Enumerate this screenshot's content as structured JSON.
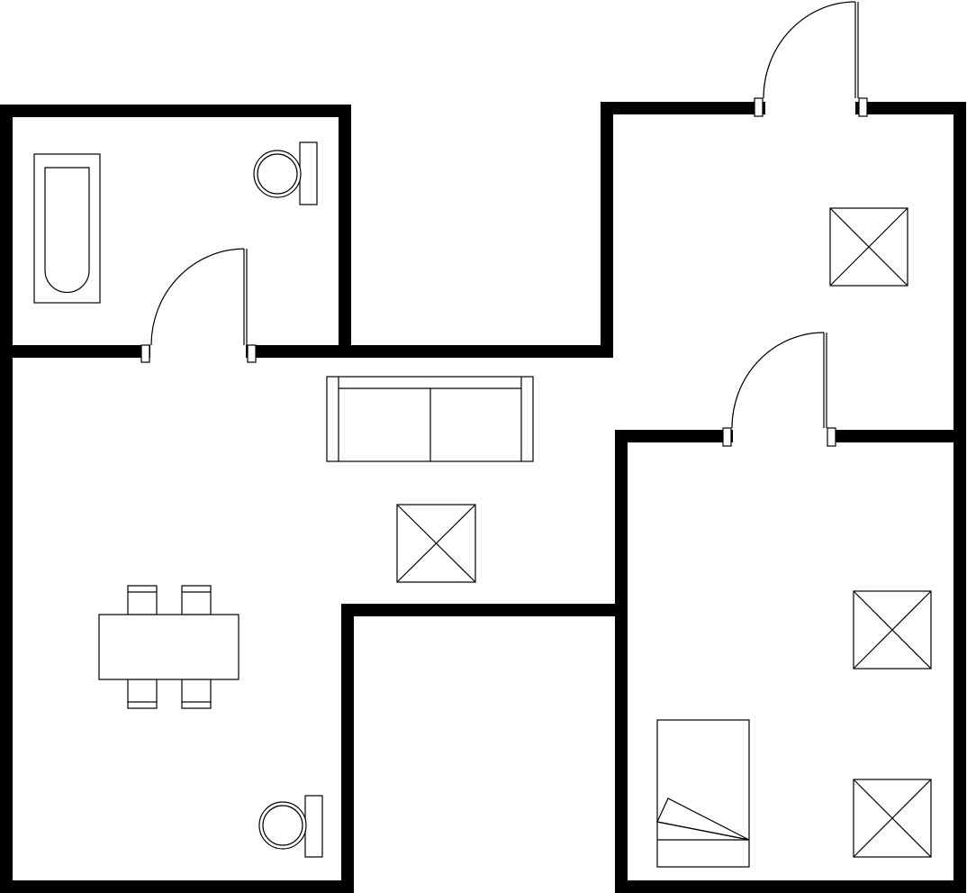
{
  "diagram": {
    "type": "floor-plan",
    "background_color": "#ffffff",
    "line_color": "#000000",
    "rooms": [
      "bathroom",
      "living-room",
      "bedroom",
      "upper-right-room",
      "lower-left-room"
    ],
    "fixtures": {
      "bathtubs": 1,
      "toilets": 2,
      "sofas": 1,
      "dining_tables": 1,
      "chairs": 4,
      "beds": 1,
      "ceiling_lights": 4,
      "doors": 3
    }
  }
}
